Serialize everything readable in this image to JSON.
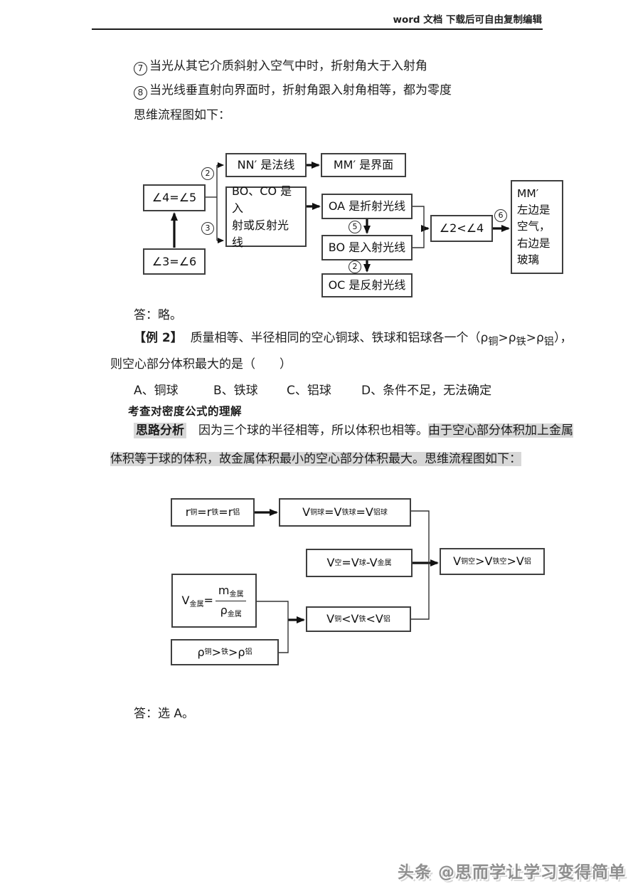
{
  "page": {
    "header_watermark": "word 文档 下载后可自由复制编辑",
    "footer_watermark": "头条 @思而学让学习变得简单"
  },
  "intro": {
    "item7_num": "7",
    "item7_text": "当光从其它介质斜射入空气中时，折射角大于入射角",
    "item8_num": "8",
    "item8_text": "当光线垂直射向界面时，折射角跟入射角相等，都为零度",
    "flow_note": "思维流程图如下："
  },
  "flowchart1": {
    "boxes": {
      "nn": "NN′ 是法线",
      "mm_interface": "MM′ 是界面",
      "angle45": "∠4=∠5",
      "boco": "BO、CO 是入\n射或反射光\n线",
      "oa": "OA 是折射光线",
      "bo": "BO 是入射光线",
      "oc": "OC 是反射光线",
      "angle24": "∠2<∠4",
      "mm_sides": "MM′\n左边是\n空气，\n右边是\n玻璃",
      "angle36": "∠3=∠6"
    },
    "step_labels": {
      "to_nn": "2",
      "to_boco": "3",
      "oa_to_bo": "5",
      "bo_to_oc": "2",
      "to_mm": "6"
    }
  },
  "answer1": "答：略。",
  "example2": {
    "tag": "【例 2】",
    "stem": "质量相等、半径相同的空心铜球、铁球和铝球各一个（ρ_{铜}>ρ_{铁}>ρ_{铝}），",
    "stem2": "则空心部分体积最大的是（　　）",
    "options": [
      "A、铜球",
      "B、铁球",
      "C、铝球",
      "D、条件不足，无法确定"
    ]
  },
  "analysis": {
    "point": "考查对密度公式的理解",
    "label": "思路分析",
    "lead": "因为三个球的半径相等，所以体积也相等。",
    "highlight": "由于空心部分体积加上金属体积等于球的体积，故金属体积最小的空心部分体积最大。思维流程图如下："
  },
  "flowchart2": {
    "boxes": {
      "r_eq": "r_{铜}=r_{铁}=r_{铝}",
      "v_ball": "V_{铜球}=V_{铁球}=V_{铝球}",
      "v_hollow": "V_{空}=V_{球}-V_{金属}",
      "v_hollow_rank": "V_{铜空}>V_{铁空}>V_{铝}",
      "v_metal_lhs": "V_{金属}=",
      "v_metal_num": "m_{金属}",
      "v_metal_den": "ρ_{金属}",
      "v_rank": "V_{铜}<V_{铁}<V_{铝}",
      "rho_rank": "ρ_{铜}>_{铁}>ρ_{铝}"
    }
  },
  "answer2": "答：选 A。"
}
